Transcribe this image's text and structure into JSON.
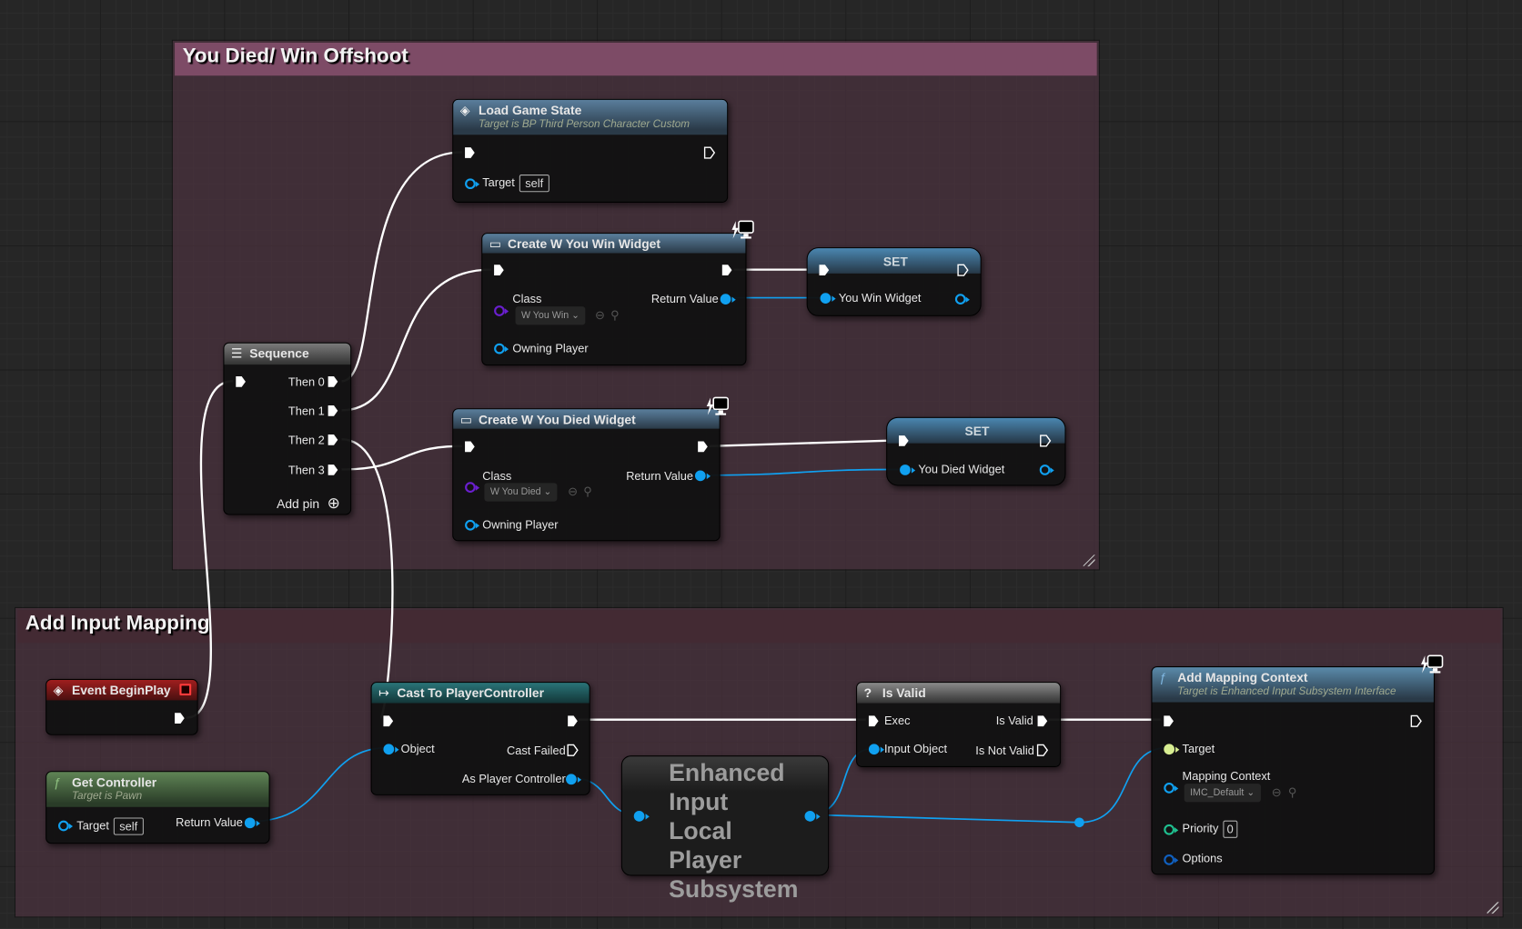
{
  "comments": [
    {
      "title": "You Died/ Win Offshoot",
      "color": "#7d4b66"
    },
    {
      "title": "Add Input Mapping",
      "color": "#432a33"
    }
  ],
  "nodes": {
    "load_game_state": {
      "title": "Load Game State",
      "subtitle": "Target is BP Third Person Character Custom",
      "target_label": "Target",
      "target_value": "self"
    },
    "create_win_widget": {
      "title": "Create W You Win Widget",
      "class_label": "Class",
      "class_value": "W You Win",
      "return_label": "Return Value",
      "owning_label": "Owning Player"
    },
    "set_win": {
      "title": "SET",
      "var_label": "You Win Widget"
    },
    "sequence": {
      "title": "Sequence",
      "outputs": [
        "Then 0",
        "Then 1",
        "Then 2",
        "Then 3"
      ],
      "add_pin_label": "Add pin"
    },
    "create_died_widget": {
      "title": "Create W You Died Widget",
      "class_label": "Class",
      "class_value": "W You Died",
      "return_label": "Return Value",
      "owning_label": "Owning Player"
    },
    "set_died": {
      "title": "SET",
      "var_label": "You Died Widget"
    },
    "event_begin_play": {
      "title": "Event BeginPlay"
    },
    "get_controller": {
      "title": "Get Controller",
      "subtitle": "Target is Pawn",
      "target_label": "Target",
      "target_value": "self",
      "return_label": "Return Value"
    },
    "cast_to_pc": {
      "title": "Cast To PlayerController",
      "object_label": "Object",
      "cast_failed_label": "Cast Failed",
      "as_pc_label": "As Player Controller"
    },
    "subsystem": {
      "title": "Enhanced Input Local Player Subsystem"
    },
    "is_valid": {
      "title": "Is Valid",
      "exec_label": "Exec",
      "input_label": "Input Object",
      "valid_label": "Is Valid",
      "not_valid_label": "Is Not Valid"
    },
    "add_mapping_context": {
      "title": "Add Mapping Context",
      "subtitle": "Target is Enhanced Input Subsystem Interface",
      "target_label": "Target",
      "mapping_label": "Mapping Context",
      "mapping_value": "IMC_Default",
      "priority_label": "Priority",
      "priority_value": "0",
      "options_label": "Options"
    }
  },
  "icons": {
    "event": "◈",
    "function": "ƒ",
    "sequence": "☰",
    "cast": "↦",
    "is_valid": "?",
    "widget": "▭",
    "add_pin": "⊕",
    "dropdown": "⌄",
    "browse": "⊖",
    "search": "⚲"
  },
  "colors": {
    "exec_wire": "#ffffff",
    "object_wire": "#10a0f0",
    "event_header": "#8a1a1a",
    "function_header": "#4a7a9c",
    "pure_function_header": "#4f6e42",
    "cast_header": "#1f5f62",
    "macro_header": "#8a8a8a"
  }
}
